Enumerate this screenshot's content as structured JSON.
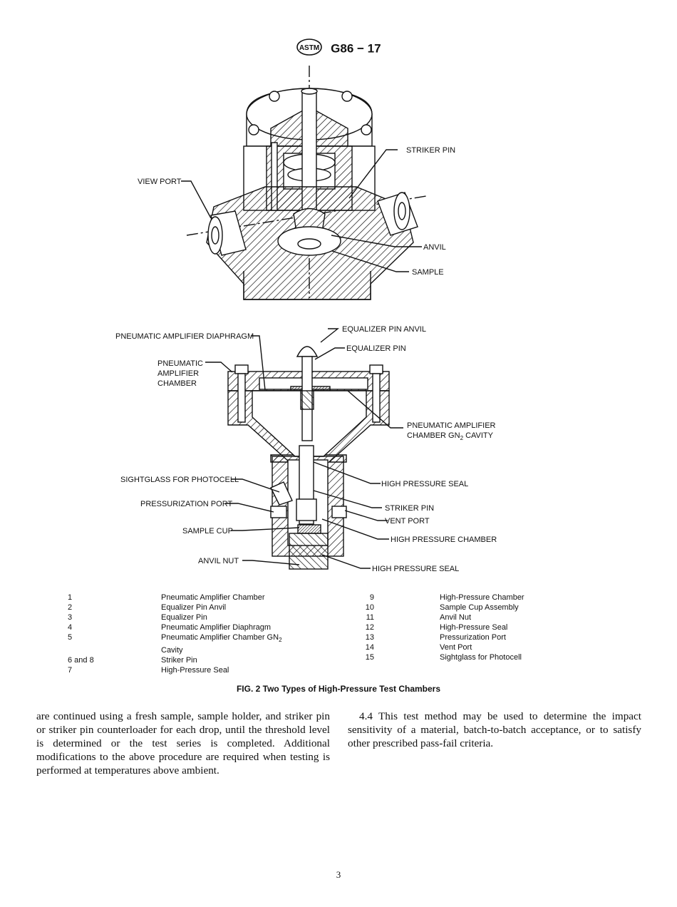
{
  "header": {
    "code": "G86 − 17"
  },
  "figure": {
    "top_labels": {
      "striker_pin": "STRIKER PIN",
      "view_port": "VIEW PORT",
      "anvil": "ANVIL",
      "sample": "SAMPLE"
    },
    "bottom_labels": {
      "pneumatic_amplifier_diaphragm": "PNEUMATIC AMPLIFIER DIAPHRAGM",
      "equalizer_pin_anvil": "EQUALIZER PIN ANVIL",
      "equalizer_pin": "EQUALIZER PIN",
      "pneumatic_chamber_1": "PNEUMATIC",
      "pneumatic_chamber_2": "AMPLIFIER",
      "pneumatic_chamber_3": "CHAMBER",
      "gn2_cavity_1": "PNEUMATIC AMPLIFIER",
      "gn2_cavity_2": "CHAMBER GN",
      "gn2_cavity_sub": "2",
      "gn2_cavity_3": " CAVITY",
      "sightglass": "SIGHTGLASS FOR PHOTOCELL",
      "high_pressure_seal_1": "HIGH PRESSURE SEAL",
      "pressurization_port": "PRESSURIZATION PORT",
      "striker_pin": "STRIKER PIN",
      "vent_port": "VENT PORT",
      "sample_cup": "SAMPLE CUP",
      "high_pressure_chamber": "HIGH PRESSURE CHAMBER",
      "anvil_nut": "ANVIL NUT",
      "high_pressure_seal_2": "HIGH PRESSURE SEAL"
    }
  },
  "legend_left": [
    {
      "num": "1",
      "text": "Pneumatic Amplifier Chamber"
    },
    {
      "num": "2",
      "text": "Equalizer Pin Anvil"
    },
    {
      "num": "3",
      "text": "Equalizer Pin"
    },
    {
      "num": "4",
      "text": "Pneumatic Amplifier Diaphragm"
    },
    {
      "num": "5",
      "text": "Pneumatic Amplifier Chamber GN",
      "sub": "2"
    },
    {
      "num": "",
      "text": "Cavity"
    },
    {
      "num": "6 and 8",
      "text": "Striker Pin"
    },
    {
      "num": "7",
      "text": "High-Pressure Seal"
    }
  ],
  "legend_right": [
    {
      "num": "9",
      "text": "High-Pressure Chamber"
    },
    {
      "num": "10",
      "text": "Sample Cup Assembly"
    },
    {
      "num": "11",
      "text": "Anvil Nut"
    },
    {
      "num": "12",
      "text": "High-Pressure Seal"
    },
    {
      "num": "13",
      "text": "Pressurization Port"
    },
    {
      "num": "14",
      "text": "Vent Port"
    },
    {
      "num": "15",
      "text": "Sightglass for Photocell"
    }
  ],
  "caption": "FIG. 2 Two Types of High-Pressure Test Chambers",
  "body": {
    "left": "are continued using a fresh sample, sample holder, and striker pin or striker pin counterloader for each drop, until the threshold level is determined or the test series is completed. Additional modifications to the above procedure are required when testing is performed at temperatures above ambient.",
    "right": "4.4 This test method may be used to determine the impact sensitivity of a material, batch-to-batch acceptance, or to satisfy other prescribed pass-fail criteria."
  },
  "page_number": "3"
}
